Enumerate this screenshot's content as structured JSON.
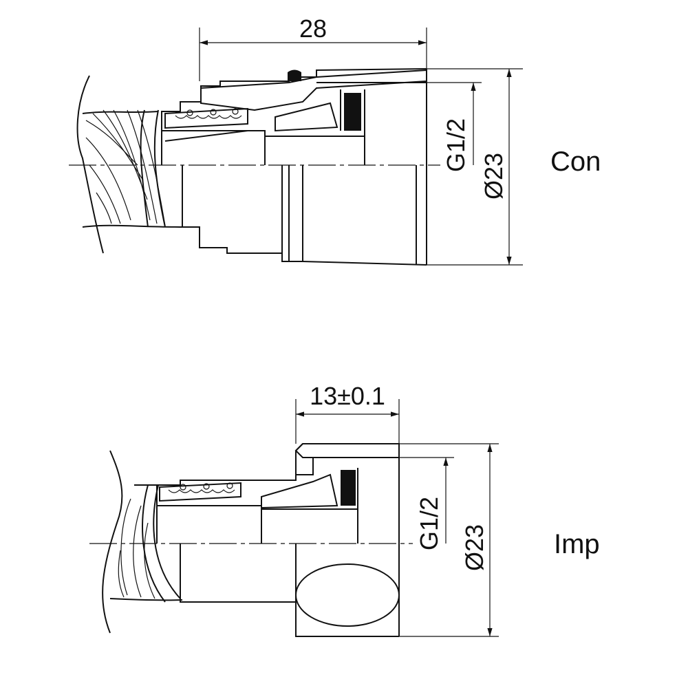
{
  "top": {
    "length": "28",
    "thread": "G1/2",
    "diameter": "Ø23",
    "label": "Con"
  },
  "bottom": {
    "length": "13±0.1",
    "thread": "G1/2",
    "diameter": "Ø23",
    "label": "Imp"
  }
}
